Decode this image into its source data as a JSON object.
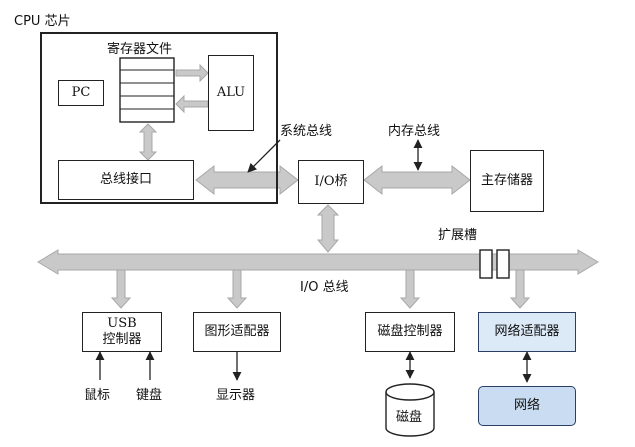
{
  "cpu": {
    "title": "CPU 芯片"
  },
  "register_file": {
    "label": "寄存器文件"
  },
  "pc": {
    "label": "PC"
  },
  "alu": {
    "label": "ALU"
  },
  "bus_interface": {
    "label": "总线接口"
  },
  "system_bus": {
    "label": "系统总线"
  },
  "memory_bus": {
    "label": "内存总线"
  },
  "io_bridge": {
    "label": "I/O桥"
  },
  "main_memory": {
    "label": "主存储器"
  },
  "expansion_slots": {
    "label": "扩展槽"
  },
  "io_bus": {
    "label": "I/O 总线"
  },
  "usb_controller": {
    "line1": "USB",
    "line2": "控制器"
  },
  "graphics_adapter": {
    "label": "图形适配器"
  },
  "disk_controller": {
    "label": "磁盘控制器"
  },
  "network_adapter": {
    "label": "网络适配器"
  },
  "mouse": {
    "label": "鼠标"
  },
  "keyboard": {
    "label": "键盘"
  },
  "display": {
    "label": "显示器"
  },
  "disk": {
    "label": "磁盘"
  },
  "network": {
    "label": "网络"
  },
  "colors": {
    "bus": "#c9c9c9",
    "bus_stroke": "#a8a8a8",
    "highlight": "#dce9f7",
    "network_fill": "#c9dcf1",
    "highlight_stroke": "#2a3f66"
  }
}
